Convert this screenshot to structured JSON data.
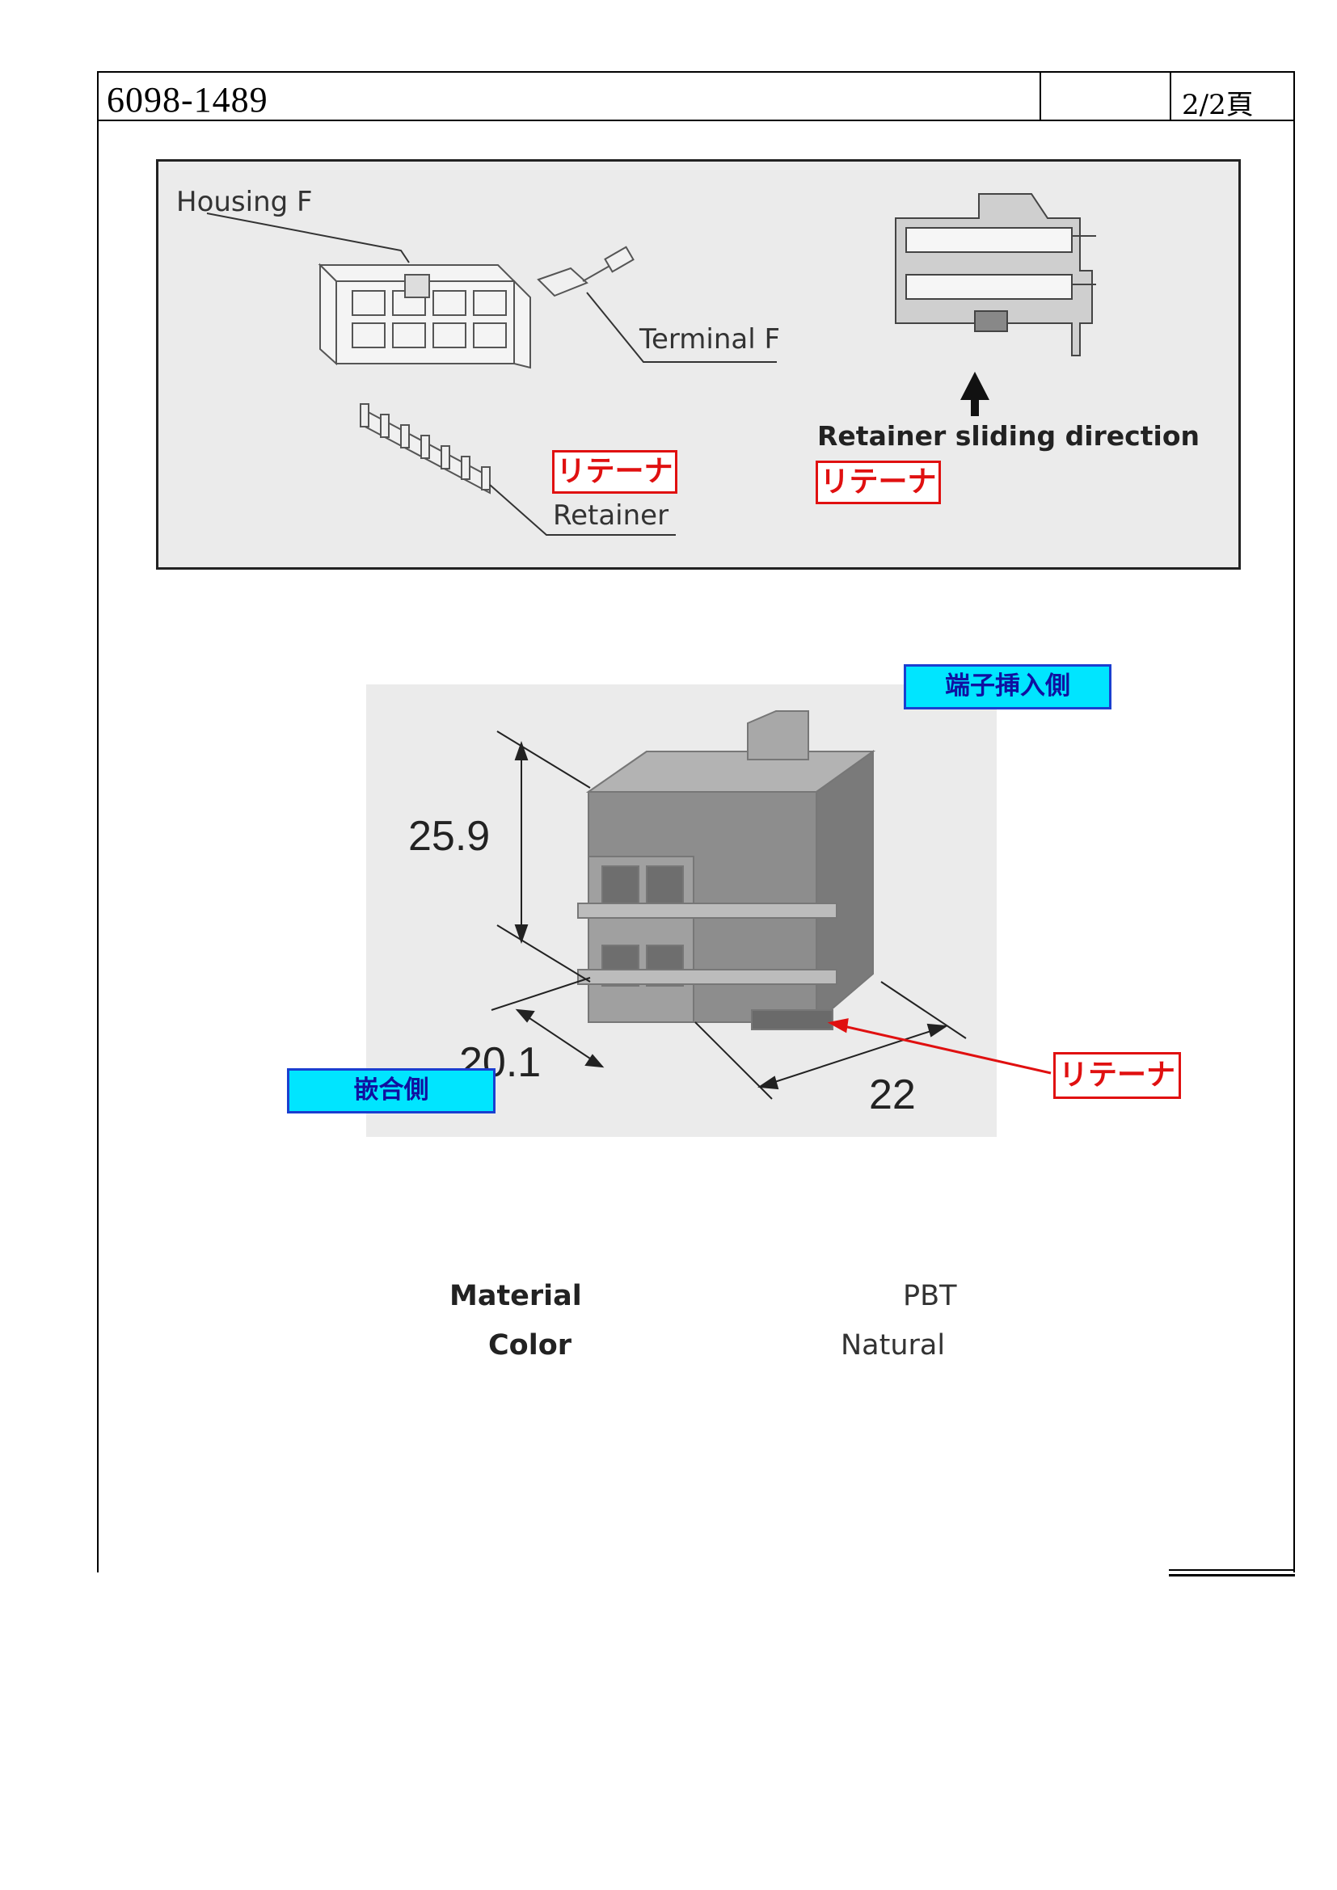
{
  "header": {
    "doc_number": "6098-1489",
    "empty_cell": "",
    "page": "2/2頁"
  },
  "exploded_view": {
    "housing_label": "Housing F",
    "terminal_label": "Terminal F",
    "retainer_label": "Retainer",
    "sliding_label": "Retainer sliding direction",
    "retainer_jp_1": "リテーナ",
    "retainer_jp_2": "リテーナ"
  },
  "product_view": {
    "terminal_insertion_side": "端子挿入側",
    "mating_side": "嵌合側",
    "retainer_jp": "リテーナ",
    "dim_height": "25.9",
    "dim_width": "20.1",
    "dim_depth": "22"
  },
  "specs": [
    {
      "key": "Material",
      "value": "PBT"
    },
    {
      "key": "Color",
      "value": "Natural"
    }
  ],
  "colors": {
    "callout_red": "#e01010",
    "callout_blue_fill": "#00e5ff",
    "callout_blue_border": "#1a3fd0",
    "panel_bg": "#ebebeb"
  }
}
